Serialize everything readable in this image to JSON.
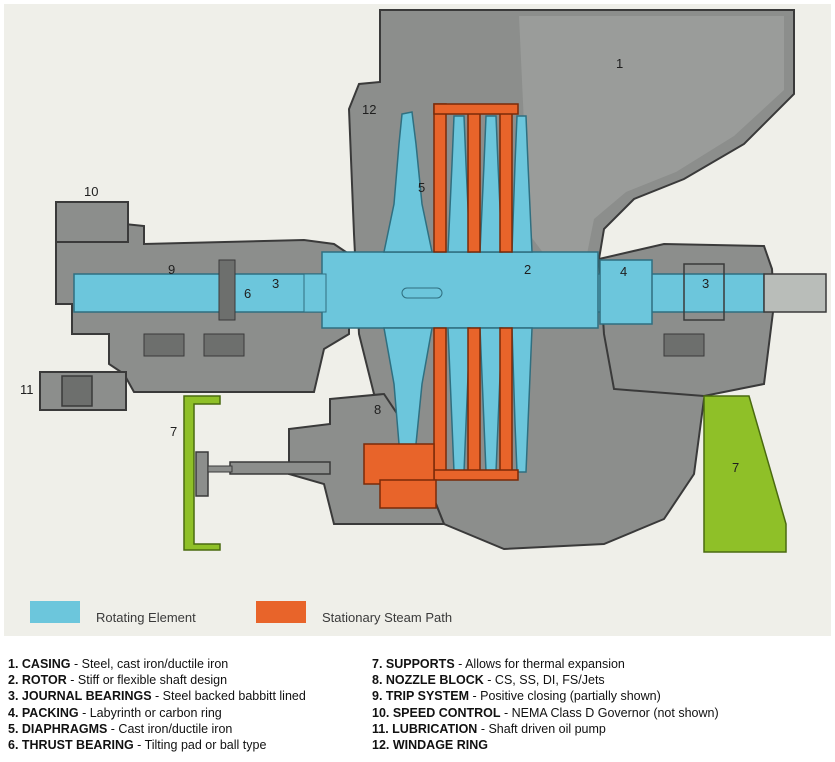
{
  "diagram": {
    "callouts": [
      {
        "id": "1",
        "text": "1"
      },
      {
        "id": "2",
        "text": "2"
      },
      {
        "id": "3-left",
        "text": "3"
      },
      {
        "id": "3-right",
        "text": "3"
      },
      {
        "id": "4",
        "text": "4"
      },
      {
        "id": "5",
        "text": "5"
      },
      {
        "id": "6",
        "text": "6"
      },
      {
        "id": "7-left",
        "text": "7"
      },
      {
        "id": "7-right",
        "text": "7"
      },
      {
        "id": "8",
        "text": "8"
      },
      {
        "id": "9",
        "text": "9"
      },
      {
        "id": "10",
        "text": "10"
      },
      {
        "id": "11",
        "text": "11"
      },
      {
        "id": "12",
        "text": "12"
      }
    ],
    "legend": [
      {
        "label": "Rotating Element",
        "color": "#6cc6dc"
      },
      {
        "label": "Stationary Steam Path",
        "color": "#e8642a"
      }
    ],
    "colors": {
      "casing": "#8c8e8c",
      "casing_dark": "#3a3a3a",
      "rotating": "#6cc6dc",
      "stationary": "#e8642a",
      "supports": "#8fc028",
      "background": "#efefe9"
    }
  },
  "key": {
    "left": [
      {
        "name": "1. CASING",
        "desc": " - Steel, cast iron/ductile iron"
      },
      {
        "name": "2. ROTOR",
        "desc": " - Stiff or flexible shaft design"
      },
      {
        "name": "3. JOURNAL BEARINGS",
        "desc": " - Steel backed babbitt lined"
      },
      {
        "name": "4. PACKING",
        "desc": " - Labyrinth or carbon ring"
      },
      {
        "name": "5. DIAPHRAGMS",
        "desc": " - Cast iron/ductile iron"
      },
      {
        "name": "6. THRUST BEARING",
        "desc": " - Tilting pad or ball type"
      }
    ],
    "right": [
      {
        "name": "7. SUPPORTS",
        "desc": " - Allows for thermal expansion"
      },
      {
        "name": "8. NOZZLE BLOCK",
        "desc": " - CS, SS, DI, FS/Jets"
      },
      {
        "name": "9. TRIP SYSTEM",
        "desc": " - Positive closing (partially shown)"
      },
      {
        "name": "10. SPEED CONTROL",
        "desc": " - NEMA Class D Governor (not shown)"
      },
      {
        "name": "11. LUBRICATION",
        "desc": " - Shaft driven oil pump"
      },
      {
        "name": "12. WINDAGE RING",
        "desc": ""
      }
    ]
  }
}
